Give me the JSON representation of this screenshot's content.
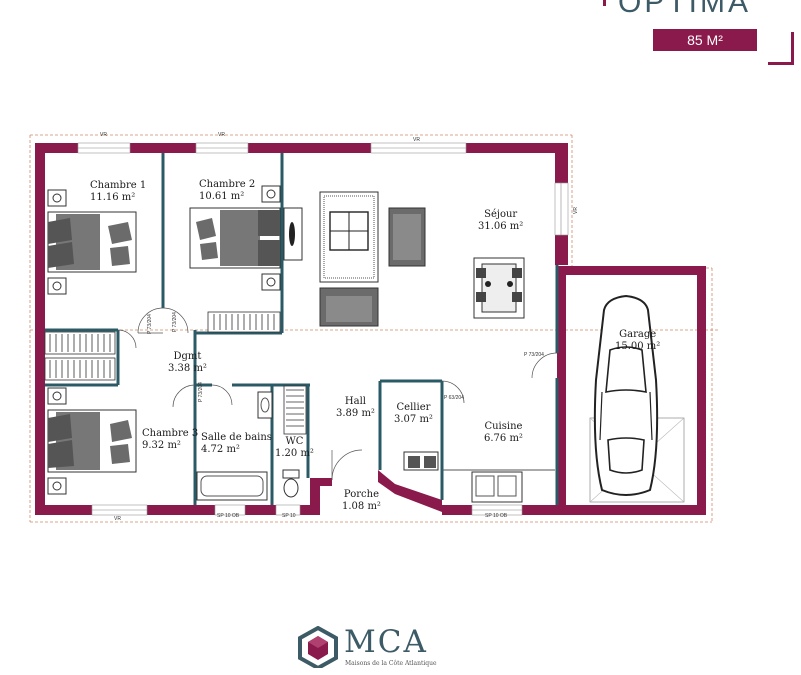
{
  "header": {
    "title": "OPTIMA",
    "area_badge": "85 M²"
  },
  "rooms": {
    "chambre1": {
      "name": "Chambre 1",
      "area": "11.16 m²"
    },
    "chambre2": {
      "name": "Chambre 2",
      "area": "10.61 m²"
    },
    "sejour": {
      "name": "Séjour",
      "area": "31.06 m²"
    },
    "garage": {
      "name": "Garage",
      "area": "15.00 m²"
    },
    "dgmt": {
      "name": "Dgmt",
      "area": "3.38 m²"
    },
    "hall": {
      "name": "Hall",
      "area": "3.89 m²"
    },
    "cellier": {
      "name": "Cellier",
      "area": "3.07 m²"
    },
    "cuisine": {
      "name": "Cuisine",
      "area": "6.76 m²"
    },
    "chambre3": {
      "name": "Chambre 3",
      "area": "9.32 m²"
    },
    "sdb": {
      "name": "Salle de bains",
      "area": "4.72 m²"
    },
    "wc": {
      "name": "WC",
      "area": "1.20 m²"
    },
    "porche": {
      "name": "Porche",
      "area": "1.08 m²"
    }
  },
  "labels": {
    "vr1": "VR",
    "vr2": "VR",
    "vr3": "VR",
    "vr_sejour": "VR",
    "vr_ch3": "VR",
    "door_ch1": "P 73/204",
    "door_ch2": "P 73/204",
    "door_sdb": "P 73/204",
    "door_sejour": "P 73/204",
    "door_cellier": "P 63/204",
    "sp1": "SP 10 OB",
    "sp2": "SP 10",
    "sp3": "SP 10 OB"
  },
  "brand": {
    "name": "MCA",
    "tagline": "Maisons de la Côte Atlantique"
  },
  "colors": {
    "wall": "#8a1a4b",
    "partition": "#2a5a66",
    "title": "#3d5a67",
    "furniture": "#6b6b6b"
  }
}
